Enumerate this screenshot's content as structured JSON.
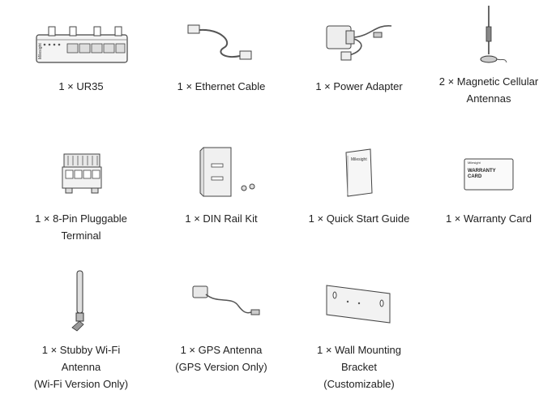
{
  "items": [
    {
      "lines": [
        "1 × UR35"
      ]
    },
    {
      "lines": [
        "1 × Ethernet Cable"
      ]
    },
    {
      "lines": [
        "1 × Power Adapter"
      ]
    },
    {
      "lines": [
        "2 × Magnetic Cellular",
        "Antennas"
      ]
    },
    {
      "lines": [
        "1 × 8-Pin Pluggable",
        "Terminal"
      ]
    },
    {
      "lines": [
        "1 × DIN Rail Kit"
      ]
    },
    {
      "lines": [
        "1 × Quick Start Guide"
      ]
    },
    {
      "lines": [
        "1 × Warranty Card"
      ]
    },
    {
      "lines": [
        "1 × Stubby Wi-Fi",
        "Antenna",
        "(Wi-Fi Version Only)"
      ]
    },
    {
      "lines": [
        "1 × GPS Antenna",
        "(GPS Version Only)"
      ]
    },
    {
      "lines": [
        "1 × Wall Mounting",
        "Bracket",
        "(Customizable)"
      ]
    }
  ],
  "printed_marks": {
    "router_brand": "Milesight",
    "guide_brand": "Milesight",
    "warranty_brand": "Milesight",
    "warranty_line1": "WARRANTY",
    "warranty_line2": "CARD"
  },
  "icons": [
    "router-image",
    "ethernet-cable-image",
    "power-adapter-image",
    "magnetic-antenna-image",
    "terminal-block-image",
    "din-rail-kit-image",
    "quick-start-guide-image",
    "warranty-card-image",
    "wifi-antenna-image",
    "gps-antenna-image",
    "wall-bracket-image"
  ]
}
